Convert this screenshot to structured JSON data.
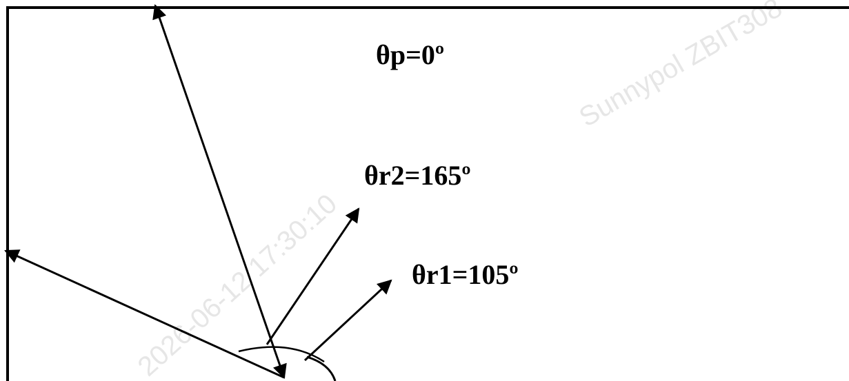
{
  "labels": {
    "theta_p": "θp=0º",
    "theta_r2": "θr2=165º",
    "theta_r1": "θr1=105º"
  },
  "watermarks": {
    "brand": "Sunnypol ZBIT308",
    "timestamp": "2026-06-12 17:30:10"
  },
  "colors": {
    "stroke": "#000000",
    "watermark": "#e6e6e6",
    "background": "#ffffff"
  }
}
